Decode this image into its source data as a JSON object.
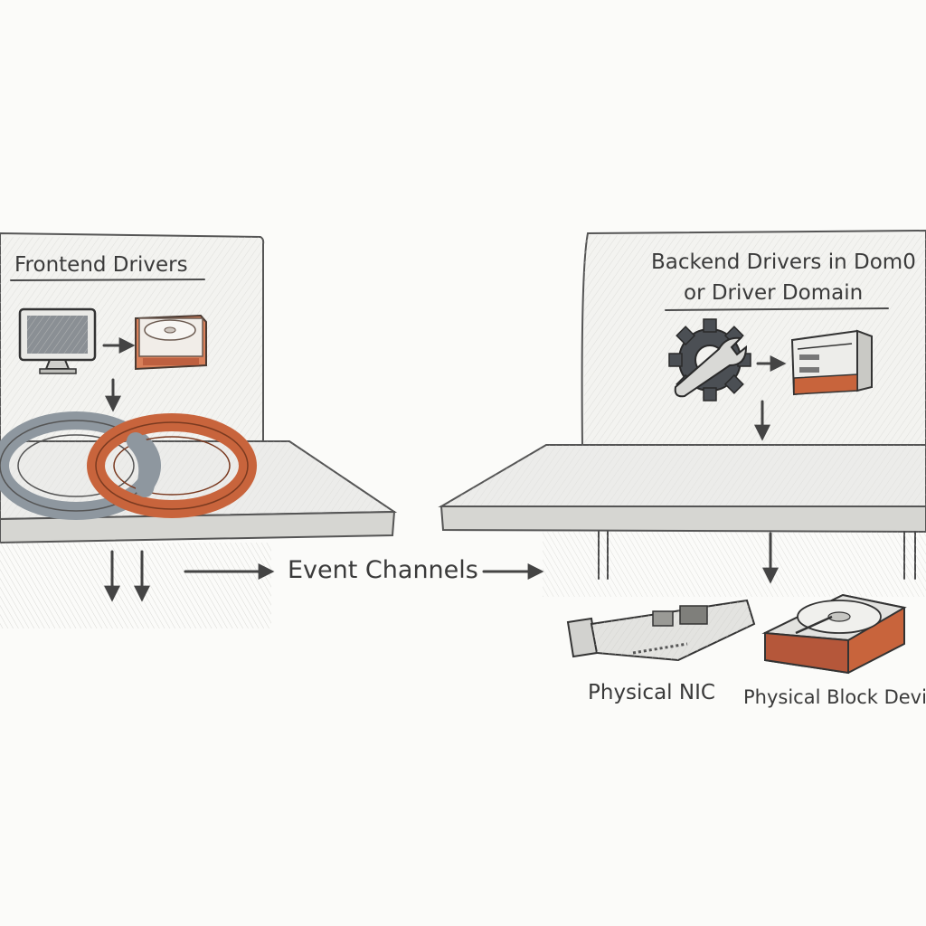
{
  "frontend": {
    "title": "Frontend Drivers",
    "icons": [
      "monitor-icon",
      "disk-icon",
      "interlocked-rings-icon"
    ]
  },
  "backend": {
    "title_line1": "Backend Drivers in Dom0",
    "title_line2": "or Driver Domain",
    "icons": [
      "gear-wrench-icon",
      "server-icon"
    ]
  },
  "event_channels": {
    "label": "Event Channels"
  },
  "devices": {
    "nic_label": "Physical NIC",
    "block_label": "Physical Block Device"
  },
  "colors": {
    "paper": "#fbfbf9",
    "pencil": "#4a4a4a",
    "rust": "#c8643c",
    "steel": "#9aa3ab"
  }
}
